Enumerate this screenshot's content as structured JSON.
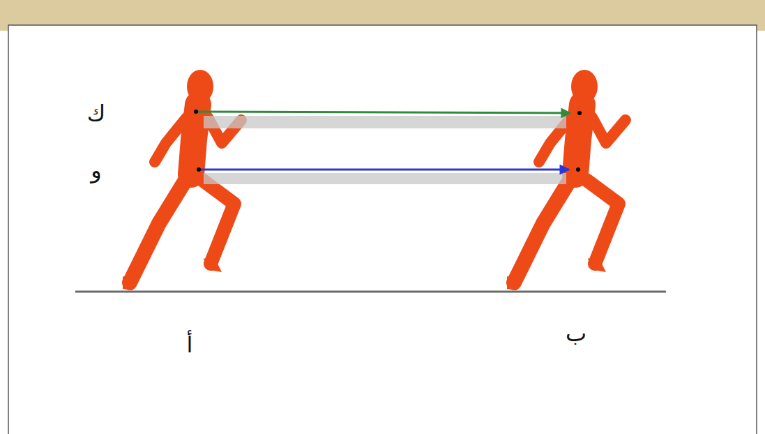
{
  "diagram": {
    "labels": [
      "ك",
      "و",
      "أ",
      "ب"
    ]
  }
}
